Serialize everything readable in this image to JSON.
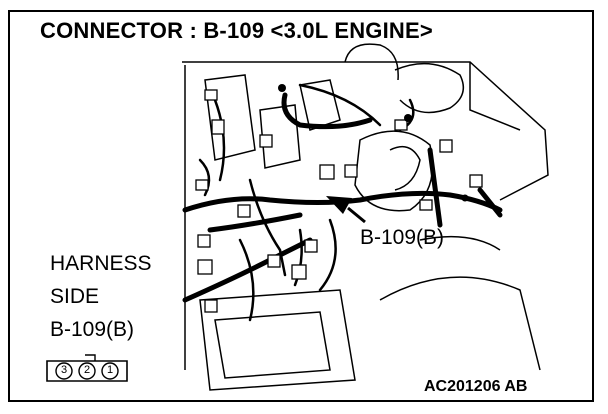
{
  "title": "CONNECTOR : B-109 <3.0L ENGINE>",
  "callout_label": "B-109(B)",
  "harness_side": {
    "line1": "HARNESS",
    "line2": "SIDE",
    "line3": "B-109(B)"
  },
  "connector_pins": [
    "3",
    "2",
    "1"
  ],
  "figure_code": "AC201206 AB"
}
